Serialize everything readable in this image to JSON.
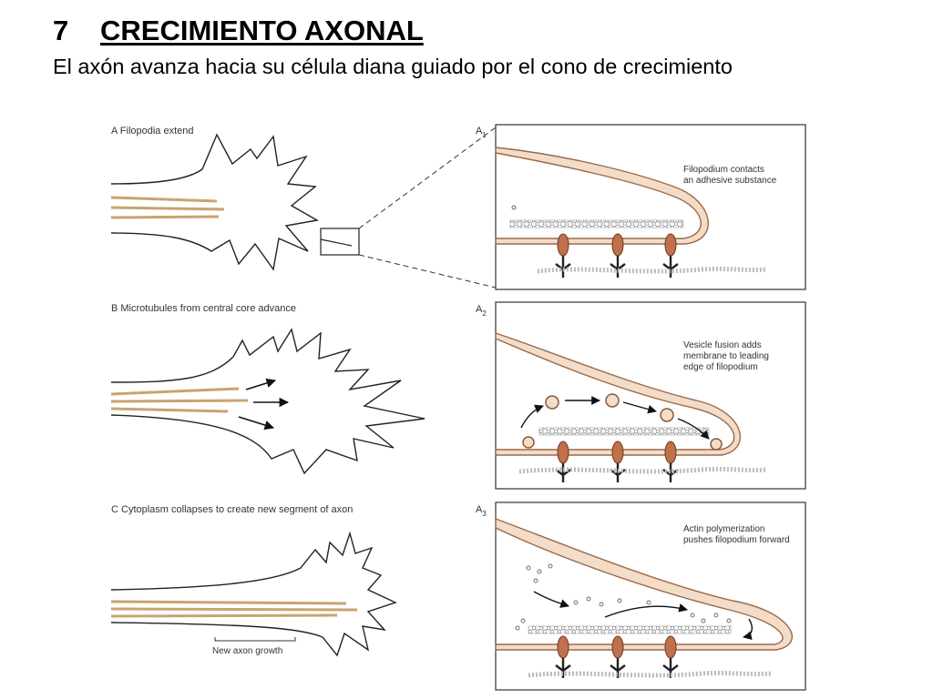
{
  "header": {
    "number": "7",
    "title": "CRECIMIENTO  AXONAL",
    "subtitle": "El axón avanza hacia su célula diana guiado por el cono de crecimiento"
  },
  "figure": {
    "panel_a": {
      "label": "A  Filopodia extend"
    },
    "panel_b": {
      "label": "B  Microtubules from central core advance"
    },
    "panel_c": {
      "label": "C  Cytoplasm collapses to create new segment of axon",
      "new_growth_label": "New axon growth"
    },
    "inset_a1": {
      "tag": "A",
      "sub": "1",
      "caption_line1": "Filopodium contacts",
      "caption_line2": "an adhesive substance"
    },
    "inset_a2": {
      "tag": "A",
      "sub": "2",
      "caption_line1": "Vesicle fusion adds",
      "caption_line2": "membrane to leading",
      "caption_line3": "edge of filopodium"
    },
    "inset_a3": {
      "tag": "A",
      "sub": "3",
      "caption_line1": "Actin polymerization",
      "caption_line2": "pushes filopodium forward"
    }
  },
  "colors": {
    "microtubule": "#c8a470",
    "membrane": "#b08060",
    "membrane_fill": "#f3dcc8",
    "receptor": "#c0704a",
    "outline": "#222222",
    "actin": "#9a9a9a"
  }
}
